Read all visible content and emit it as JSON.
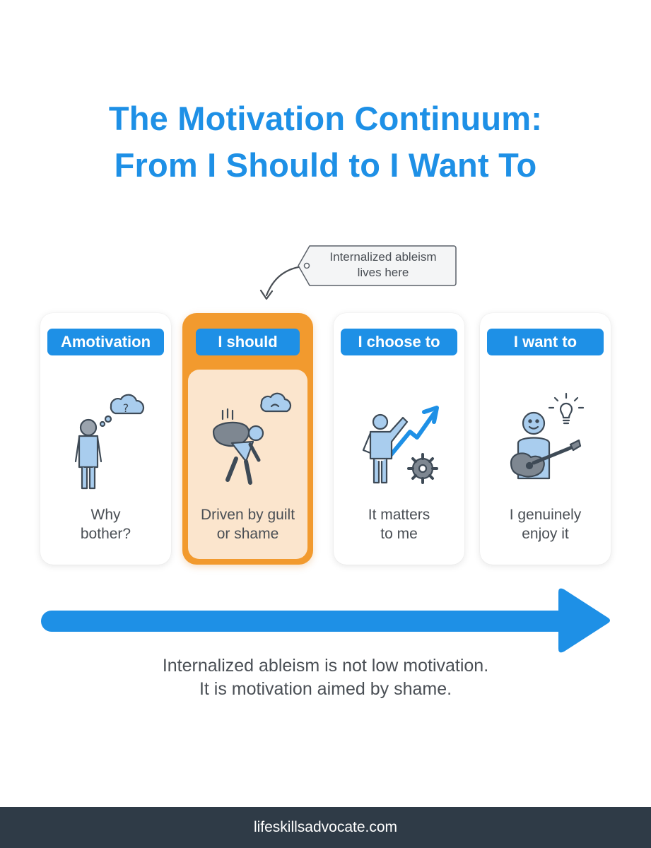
{
  "title": {
    "line1": "The Motivation Continuum:",
    "line2": "From I Should to I Want To"
  },
  "callout": {
    "line1": "Internalized ableism",
    "line2": "lives here"
  },
  "stages": [
    {
      "label": "Amotivation",
      "caption_line1": "Why",
      "caption_line2": "bother?",
      "icon": "thinking-person-icon"
    },
    {
      "label": "I should",
      "caption_line1": "Driven by guilt",
      "caption_line2": "or shame",
      "icon": "burdened-person-icon",
      "highlighted": true
    },
    {
      "label": "I choose to",
      "caption_line1": "It matters",
      "caption_line2": "to me",
      "icon": "growth-person-icon"
    },
    {
      "label": "I want to",
      "caption_line1": "I genuinely",
      "caption_line2": "enjoy it",
      "icon": "guitar-person-icon"
    }
  ],
  "tagline": {
    "line1": "Internalized ableism is not low motivation.",
    "line2": "It is motivation aimed by shame."
  },
  "footer": {
    "url": "lifeskillsadvocate.com"
  },
  "colors": {
    "accent": "#1e90e6",
    "highlight": "#f29a2e",
    "highlight_fill": "#fbe5cd",
    "footer": "#2f3b47",
    "figure": "#a9cdee",
    "outline": "#3e4a56"
  }
}
